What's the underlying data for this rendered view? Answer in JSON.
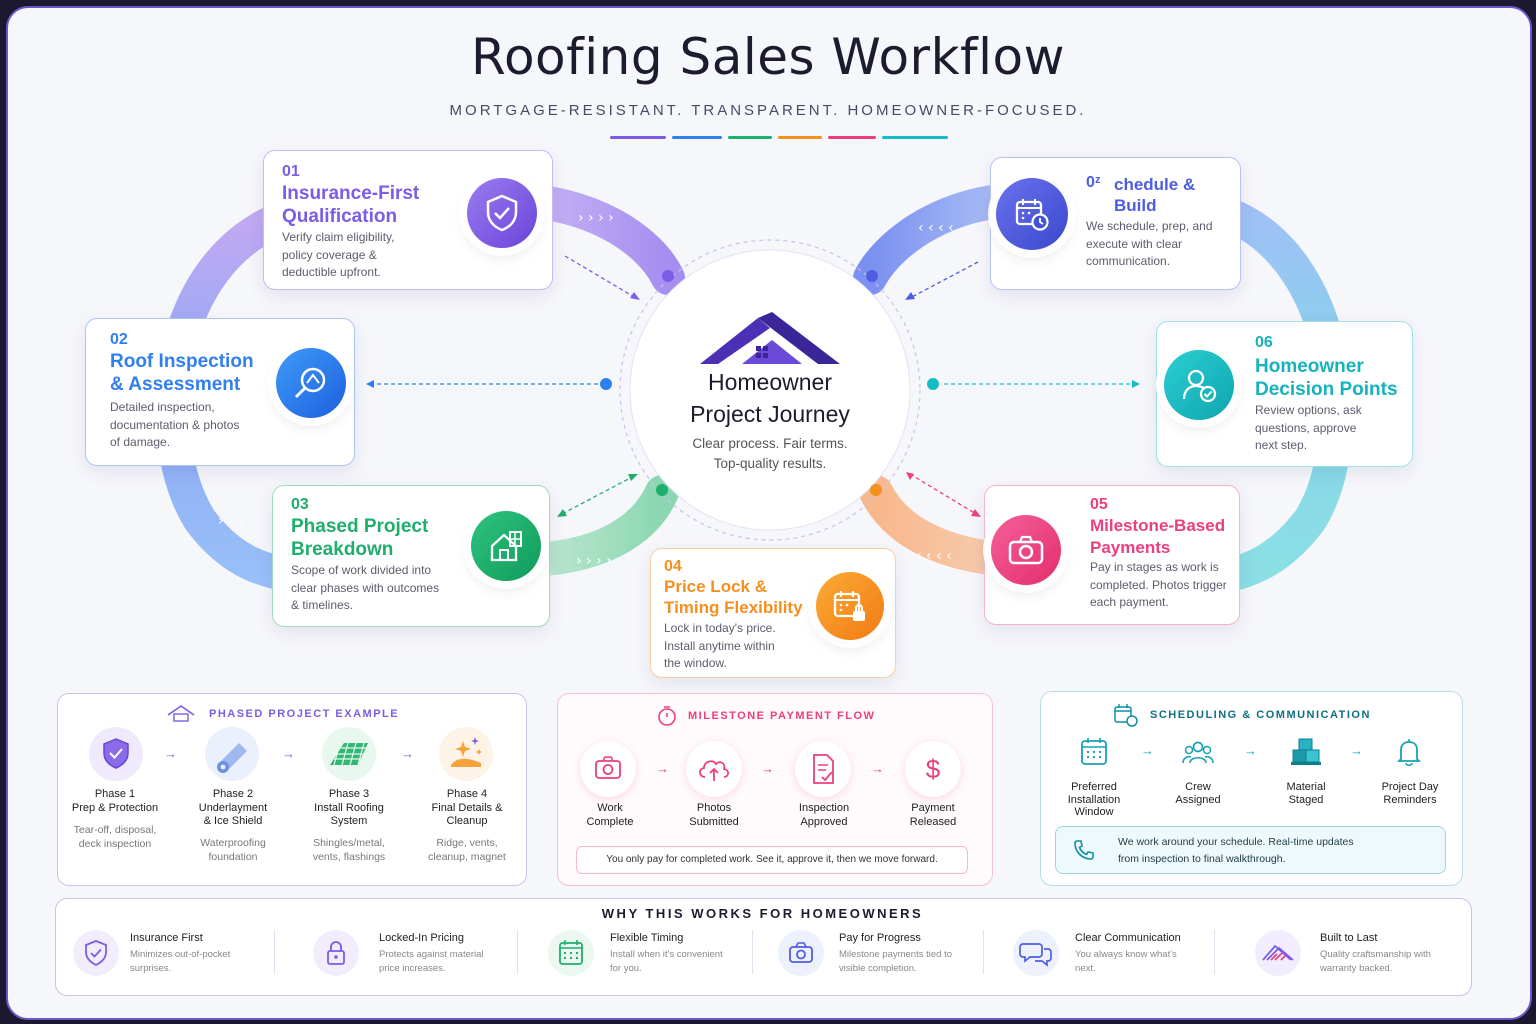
{
  "header": {
    "title": "Roofing Sales Workflow",
    "subtitle": "MORTGAGE-RESISTANT. TRANSPARENT. HOMEOWNER-FOCUSED."
  },
  "colors": {
    "purple": "#7c5ce6",
    "blue": "#2f7ff0",
    "green": "#1fae6b",
    "orange": "#f58f1e",
    "pink": "#ec3f7e",
    "teal": "#16bcc4",
    "indigo": "#4f5ee0"
  },
  "center": {
    "title": "Homeowner\nProject Journey",
    "tagline": "Clear process. Fair terms.\nTop-quality results."
  },
  "steps": [
    {
      "num": "01",
      "title": "Insurance-First\nQualification",
      "desc": "Verify claim eligibility,\npolicy coverage &\ndeductible upfront.",
      "icon": "shield-check-icon"
    },
    {
      "num": "02",
      "title": "Roof Inspection\n& Assessment",
      "desc": "Detailed inspection,\ndocumentation & photos\nof damage.",
      "icon": "magnifier-roof-icon"
    },
    {
      "num": "03",
      "title": "Phased Project\nBreakdown",
      "desc": "Scope of work divided into\nclear phases with outcomes\n& timelines.",
      "icon": "house-blueprint-icon"
    },
    {
      "num": "04",
      "title": "Price Lock &\nTiming Flexibility",
      "desc": "Lock in today's price.\nInstall anytime within\nthe window.",
      "icon": "calendar-lock-icon"
    },
    {
      "num": "05",
      "title": "Milestone-Based\nPayments",
      "desc": "Pay in stages as work is\ncompleted. Photos trigger\neach payment.",
      "icon": "camera-icon"
    },
    {
      "num": "06",
      "title": "Homeowner\nDecision Points",
      "desc": "Review options, ask\nquestions, approve\nnext step.",
      "icon": "user-check-icon"
    },
    {
      "num": "0ᶻ",
      "title": "chedule &\nBuild",
      "desc": "We schedule, prep, and\nexecute with clear\ncommunication.",
      "icon": "calendar-clock-icon"
    }
  ],
  "phased": {
    "heading": "PHASED PROJECT EXAMPLE",
    "items": [
      {
        "title": "Phase 1\nPrep & Protection",
        "sub": "Tear-off, disposal,\ndeck inspection",
        "icon": "shield-icon"
      },
      {
        "title": "Phase 2\nUnderlayment\n& Ice Shield",
        "sub": "Waterproofing\nfoundation",
        "icon": "underlayment-roll-icon"
      },
      {
        "title": "Phase 3\nInstall Roofing\nSystem",
        "sub": "Shingles/metal,\nvents, flashings",
        "icon": "shingles-icon"
      },
      {
        "title": "Phase 4\nFinal Details &\nCleanup",
        "sub": "Ridge, vents,\ncleanup, magnet",
        "icon": "sparkle-icon"
      }
    ]
  },
  "milestone": {
    "heading": "MILESTONE PAYMENT FLOW",
    "items": [
      {
        "title": "Work\nComplete",
        "icon": "camera-icon"
      },
      {
        "title": "Photos\nSubmitted",
        "icon": "cloud-upload-icon"
      },
      {
        "title": "Inspection\nApproved",
        "icon": "document-check-icon"
      },
      {
        "title": "Payment\nReleased",
        "icon": "dollar-icon"
      }
    ],
    "note": "You only pay for completed work. See it, approve it, then we move forward."
  },
  "scheduling": {
    "heading": "SCHEDULING  &  COMMUNICATION",
    "items": [
      {
        "title": "Preferred\nInstallation\nWindow",
        "icon": "calendar-icon"
      },
      {
        "title": "Crew\nAssigned",
        "icon": "crew-icon"
      },
      {
        "title": "Material\nStaged",
        "icon": "boxes-icon"
      },
      {
        "title": "Project Day\nReminders",
        "icon": "bell-icon"
      }
    ],
    "note": "We work around your schedule. Real-time updates\nfrom inspection to final walkthrough."
  },
  "why": {
    "heading": "WHY THIS WORKS FOR HOMEOWNERS",
    "items": [
      {
        "title": "Insurance First",
        "desc": "Minimizes out-of-pocket\nsurprises.",
        "icon": "shield-check-icon"
      },
      {
        "title": "Locked-In Pricing",
        "desc": "Protects against material\nprice increases.",
        "icon": "lock-icon"
      },
      {
        "title": "Flexible Timing",
        "desc": "Install when it's convenient\nfor you.",
        "icon": "calendar-icon"
      },
      {
        "title": "Pay for Progress",
        "desc": "Milestone payments tied to\nvisible completion.",
        "icon": "camera-icon"
      },
      {
        "title": "Clear Communication",
        "desc": "You always know what's\nnext.",
        "icon": "chat-bubbles-icon"
      },
      {
        "title": "Built to Last",
        "desc": "Quality craftsmanship with\nwarranty backed.",
        "icon": "roof-lines-icon"
      }
    ]
  }
}
